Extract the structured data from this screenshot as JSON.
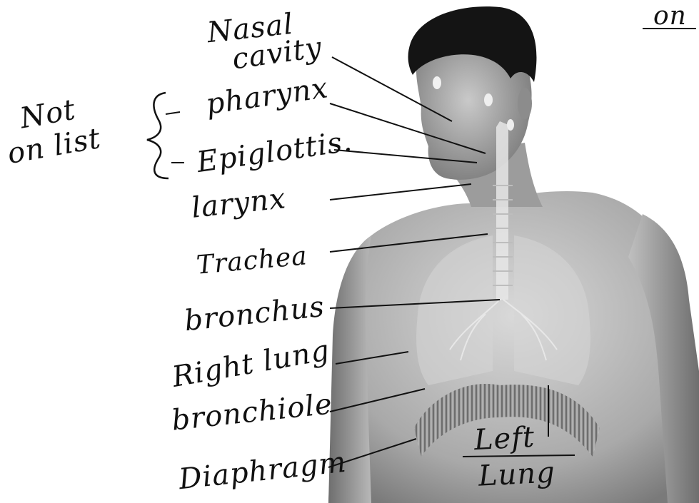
{
  "labels": {
    "nasal_cavity_line1": "Nasal",
    "nasal_cavity_line2": "cavity",
    "pharynx": "pharynx",
    "epiglottis": "Epiglottis.",
    "larynx": "larynx",
    "trachea": "Trachea",
    "bronchus": "bronchus",
    "right_lung": "Right lung",
    "bronchiole": "bronchiole",
    "diaphragm": "Diaphragm",
    "left_lung_line1": "Left",
    "left_lung_line2": "Lung"
  },
  "annotation": {
    "line1": "Not",
    "line2": "on list"
  },
  "corner_text": "on"
}
